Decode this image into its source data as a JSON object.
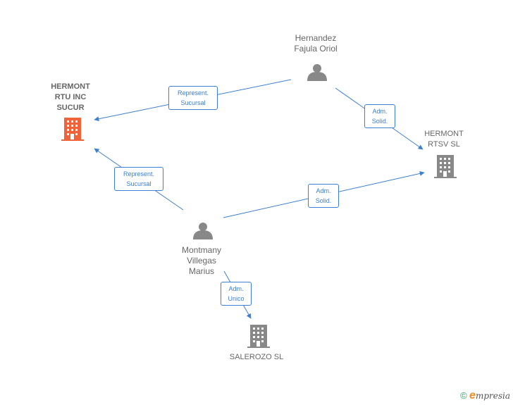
{
  "colors": {
    "edge": "#3d7fd1",
    "person": "#888888",
    "company": "#888888",
    "company_highlight": "#f0633a"
  },
  "nodes": {
    "hernandez": {
      "label": "Hernandez\nFajula Oriol",
      "icon": "person-icon"
    },
    "montmany": {
      "label": "Montmany\nVillegas\nMarius",
      "icon": "person-icon"
    },
    "hermont_rtu": {
      "label": "HERMONT\nRTU INC\nSUCUR",
      "icon": "building-icon"
    },
    "hermont_rtsv": {
      "label": "HERMONT\nRTSV  SL",
      "icon": "building-icon"
    },
    "salerozo": {
      "label": "SALEROZO  SL",
      "icon": "building-icon"
    }
  },
  "edges": {
    "e1": {
      "label": "Represent.\nSucursal"
    },
    "e2": {
      "label": "Adm.\nSolid."
    },
    "e3": {
      "label": "Represent.\nSucursal"
    },
    "e4": {
      "label": "Adm.\nSolid."
    },
    "e5": {
      "label": "Adm.\nUnico"
    }
  },
  "footer": {
    "copyright": "©",
    "brand_initial": "e",
    "brand_rest": "mpresia"
  }
}
